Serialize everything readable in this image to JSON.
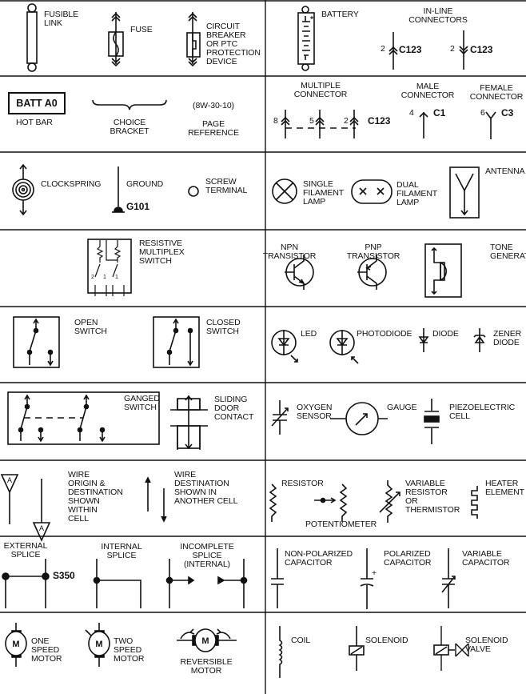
{
  "cells": {
    "fusible_link": "FUSIBLE\nLINK",
    "fuse": "FUSE",
    "circuit_breaker": "CIRCUIT\nBREAKER\nOR PTC\nPROTECTION\nDEVICE",
    "battery": "BATTERY",
    "inline_connectors": "IN-LINE\nCONNECTORS",
    "inline_pin_a": "2",
    "inline_id_a": "C123",
    "inline_pin_b": "2",
    "inline_id_b": "C123",
    "hot_bar_box": "BATT A0",
    "hot_bar": "HOT BAR",
    "choice_bracket": "CHOICE\nBRACKET",
    "page_ref_value": "(8W-30-10)",
    "page_reference": "PAGE\nREFERENCE",
    "multiple_connector": "MULTIPLE\nCONNECTOR",
    "multi_pin_1": "8",
    "multi_pin_2": "5",
    "multi_pin_3": "2",
    "multi_id": "C123",
    "male_connector": "MALE\nCONNECTOR",
    "male_pin": "4",
    "male_id": "C1",
    "female_connector": "FEMALE\nCONNECTOR",
    "female_pin": "6",
    "female_id": "C3",
    "clockspring": "CLOCKSPRING",
    "ground": "GROUND",
    "ground_id": "G101",
    "screw_terminal": "SCREW\nTERMINAL",
    "single_lamp": "SINGLE\nFILAMENT\nLAMP",
    "dual_lamp": "DUAL\nFILAMENT\nLAMP",
    "antenna": "ANTENNA",
    "resistive_switch": "RESISTIVE\nMULTIPLEX\nSWITCH",
    "npn": "NPN\nTRANSISTOR",
    "pnp": "PNP\nTRANSISTOR",
    "tone_generator": "TONE\nGENERATOR",
    "open_switch": "OPEN\nSWITCH",
    "closed_switch": "CLOSED\nSWITCH",
    "led": "LED",
    "photodiode": "PHOTODIODE",
    "diode": "DIODE",
    "zener": "ZENER\nDIODE",
    "ganged_switch": "GANGED\nSWITCH",
    "sliding_door": "SLIDING\nDOOR\nCONTACT",
    "oxygen_sensor": "OXYGEN\nSENSOR",
    "gauge": "GAUGE",
    "piezo": "PIEZOELECTRIC\nCELL",
    "wire_within": "WIRE\nORIGIN &\nDESTINATION\nSHOWN\nWITHIN\nCELL",
    "wire_tag": "A",
    "wire_another": "WIRE\nDESTINATION\nSHOWN IN\nANOTHER CELL",
    "resistor": "RESISTOR",
    "potentiometer": "POTENTIOMETER",
    "variable_resistor": "VARIABLE\nRESISTOR\nOR\nTHERMISTOR",
    "heater": "HEATER\nELEMENT",
    "external_splice": "EXTERNAL\nSPLICE",
    "splice_id": "S350",
    "internal_splice": "INTERNAL\nSPLICE",
    "incomplete_splice": "INCOMPLETE\nSPLICE\n(INTERNAL)",
    "nonpolar_cap": "NON-POLARIZED\nCAPACITOR",
    "polar_cap": "POLARIZED\nCAPACITOR",
    "polar_plus": "+",
    "variable_cap": "VARIABLE\nCAPACITOR",
    "one_speed_motor": "ONE\nSPEED\nMOTOR",
    "two_speed_motor": "TWO\nSPEED\nMOTOR",
    "reversible_motor": "REVERSIBLE\nMOTOR",
    "motor_letter": "M",
    "coil": "COIL",
    "solenoid": "SOLENOID",
    "solenoid_valve": "SOLENOID\nVALVE"
  }
}
